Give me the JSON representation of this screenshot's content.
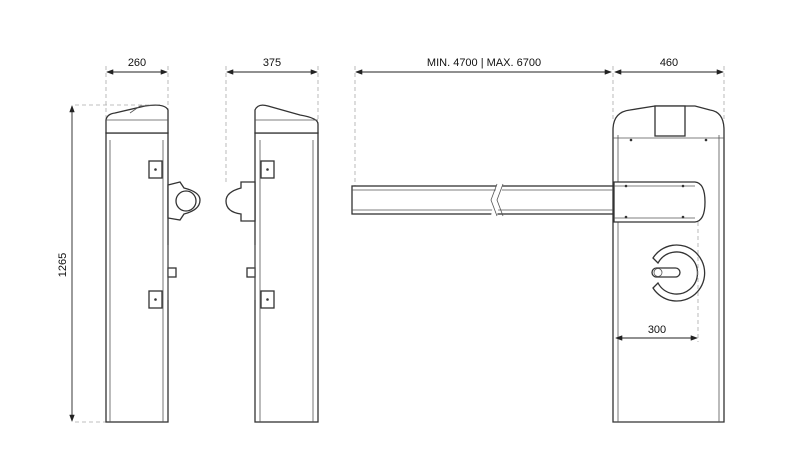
{
  "dimensions": {
    "side_width": "260",
    "side_depth": "375",
    "boom_length": "MIN. 4700 | MAX. 6700",
    "front_width": "460",
    "height": "1265",
    "hub_offset": "300"
  }
}
